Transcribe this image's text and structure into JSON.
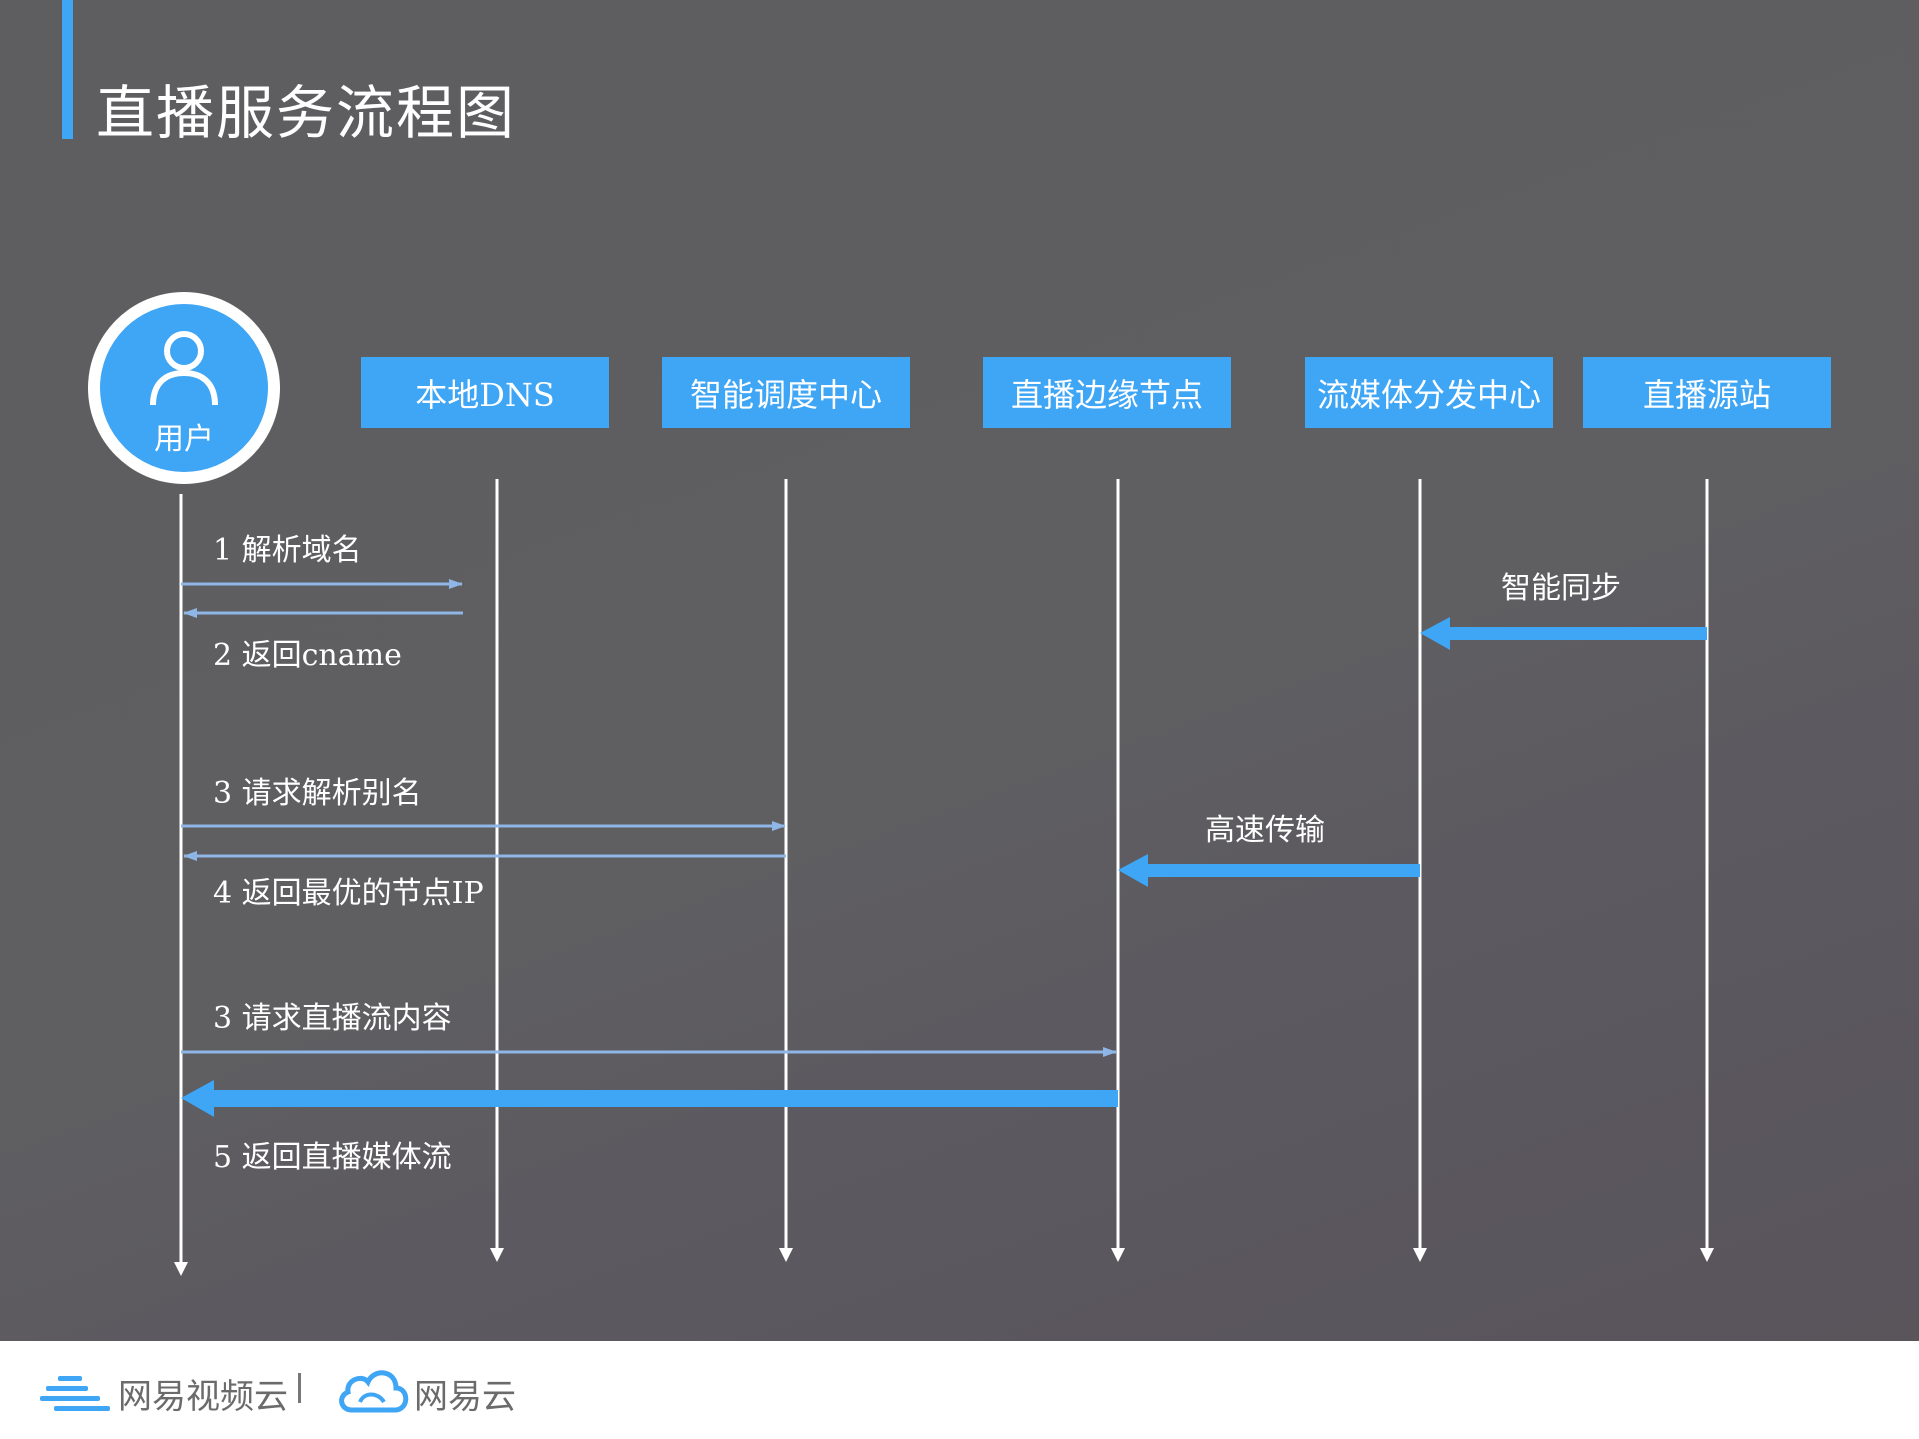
{
  "title": "直播服务流程图",
  "user": {
    "label": "用户"
  },
  "actors": [
    {
      "label": "本地DNS"
    },
    {
      "label": "智能调度中心"
    },
    {
      "label": "直播边缘节点"
    },
    {
      "label": "流媒体分发中心"
    },
    {
      "label": "直播源站"
    }
  ],
  "messages": {
    "m1": "1 解析域名",
    "m2": "2 返回cname",
    "m3": "3 请求解析别名",
    "m4": "4 返回最优的节点IP",
    "m5": "3 请求直播流内容",
    "m6": "5 返回直播媒体流",
    "sync": "智能同步",
    "fast": "高速传输"
  },
  "footer": {
    "brand_video": "网易视频云",
    "brand_cloud": "网易云"
  },
  "colors": {
    "accent": "#3fa5f5",
    "background": "#5e5e61",
    "line": "#ffffff",
    "thin_arrow": "#8fb6e6"
  }
}
